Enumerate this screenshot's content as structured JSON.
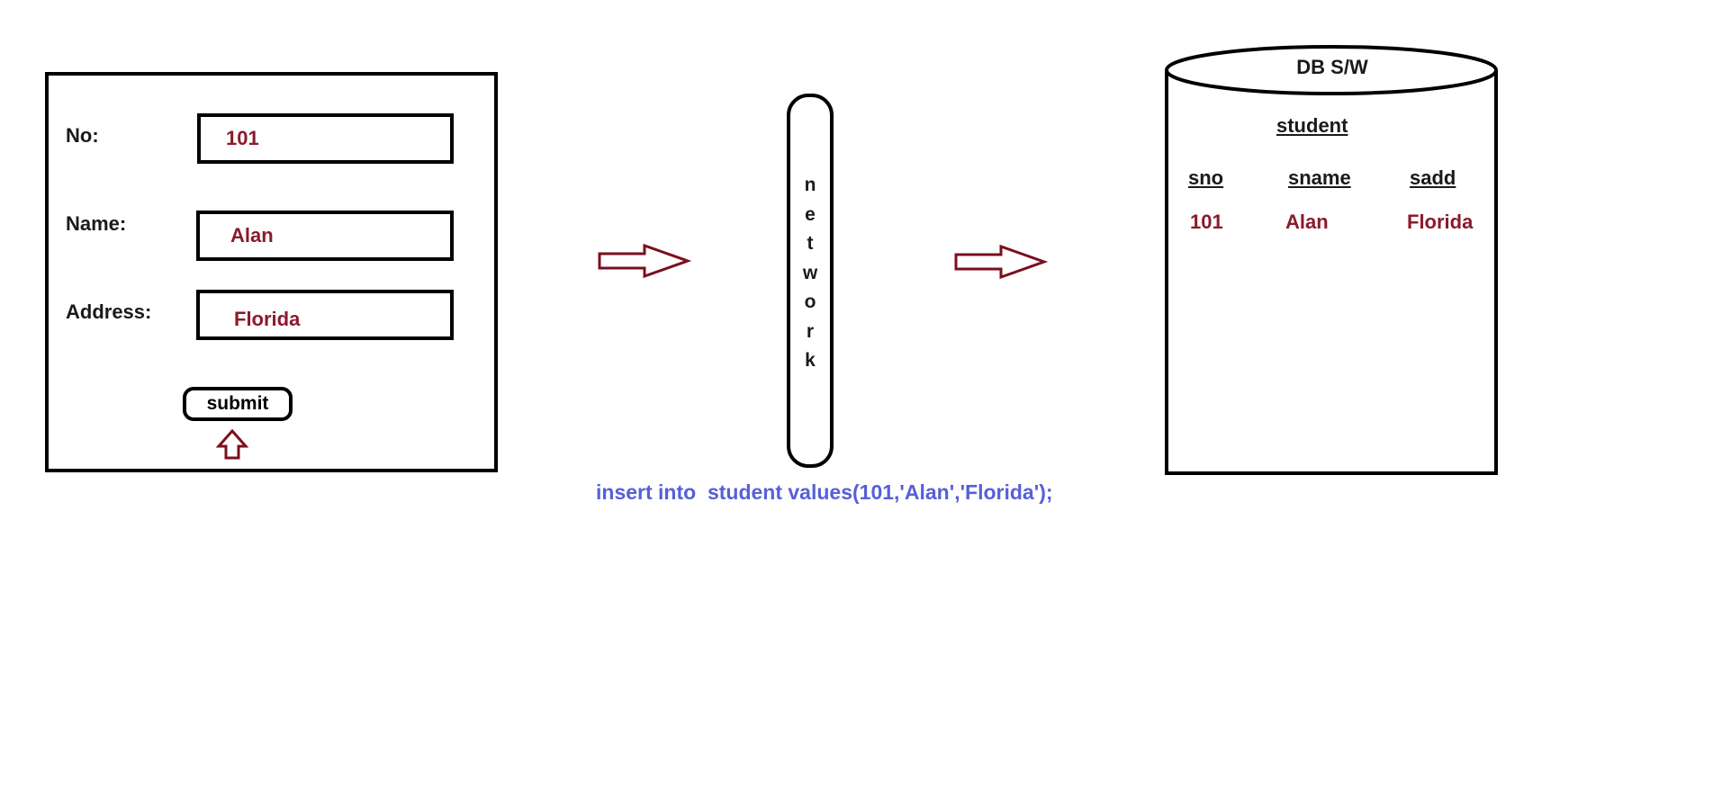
{
  "form": {
    "fields": [
      {
        "label": "No:",
        "value": "101"
      },
      {
        "label": "Name:",
        "value": "Alan"
      },
      {
        "label": "Address:",
        "value": "Florida"
      }
    ],
    "submit_label": "submit"
  },
  "network": {
    "letters": [
      "n",
      "e",
      "t",
      "w",
      "o",
      "r",
      "k"
    ]
  },
  "sql": "insert into  student values(101,'Alan','Florida');",
  "database": {
    "title": "DB S/W",
    "table_name": "student",
    "columns": [
      "sno",
      "sname",
      "sadd"
    ],
    "rows": [
      [
        "101",
        "Alan",
        "Florida"
      ]
    ]
  },
  "colors": {
    "value_text": "#8b1a2b",
    "arrow": "#7b0f1d",
    "sql_text": "#5660d6",
    "outline": "#000000"
  }
}
